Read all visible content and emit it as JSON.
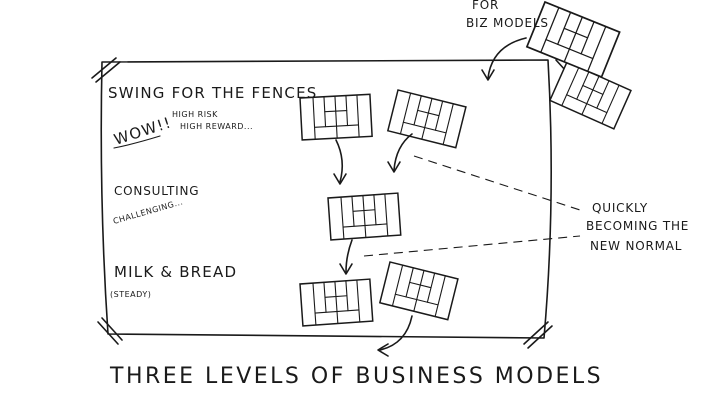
{
  "labels": {
    "tier1_title": "SWING FOR THE FENCES",
    "wow": "WOW!!",
    "tier1_note_line1": "HIGH RISK",
    "tier1_note_line2": "HIGH REWARD...",
    "tier2_title": "CONSULTING",
    "tier2_note": "CHALLENGING...",
    "tier3_title": "MILK & BREAD",
    "tier3_note": "(STEADY)",
    "side_note_line1": "QUICKLY",
    "side_note_line2": "BECOMING THE",
    "side_note_line3": "NEW NORMAL",
    "corner_note_line1": "FOR",
    "corner_note_line2": "BIZ MODELS",
    "caption": "THREE LEVELS OF BUSINESS MODELS"
  }
}
